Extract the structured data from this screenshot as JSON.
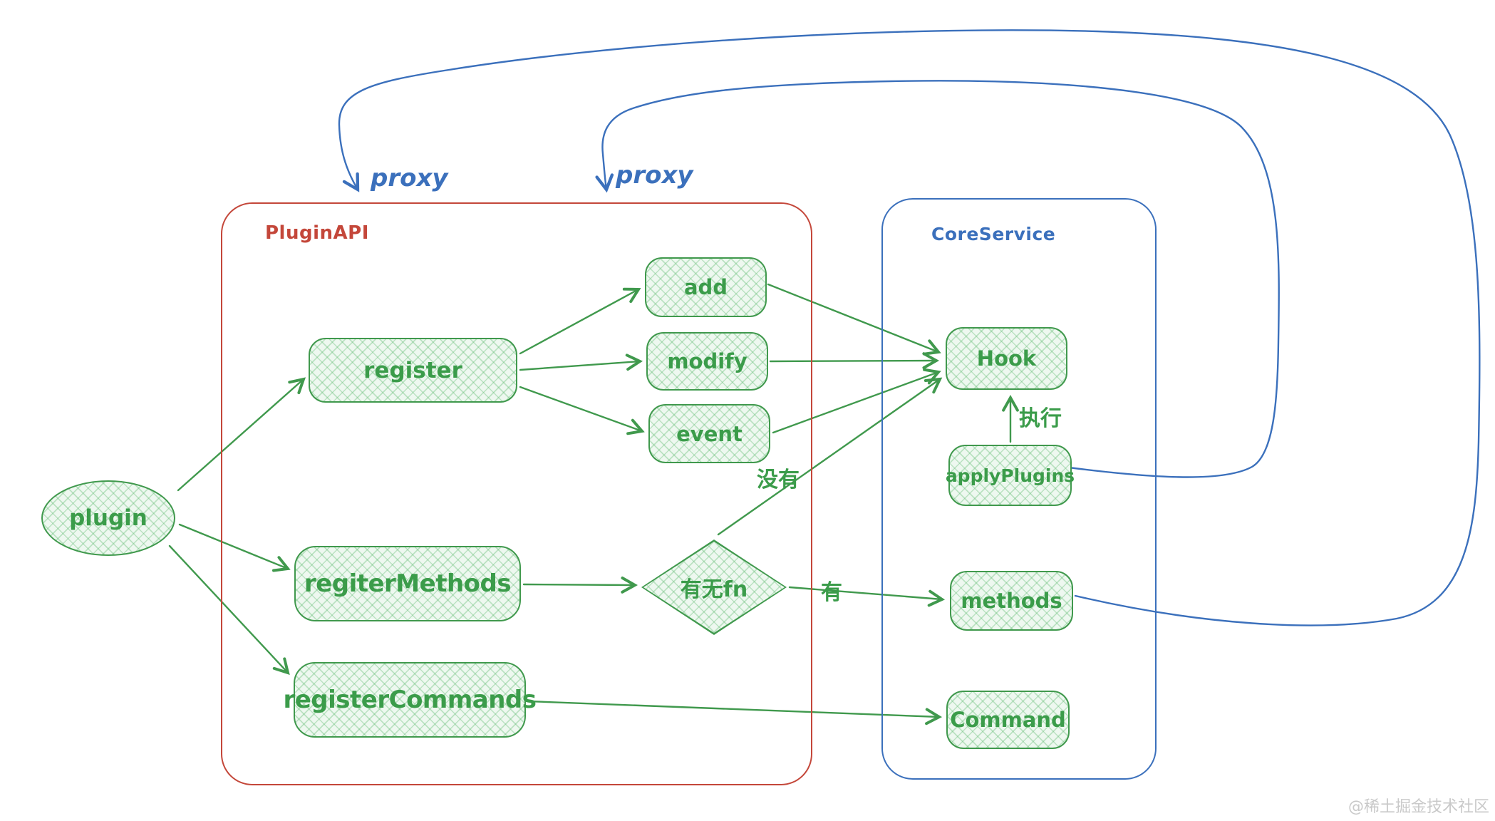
{
  "diagram": {
    "plugin": {
      "label": "plugin"
    },
    "plugin_api": {
      "title": "PluginAPI",
      "nodes": {
        "register": "register",
        "add": "add",
        "modify": "modify",
        "event": "event",
        "regiter_methods": "regiterMethods",
        "register_commands": "registerCommands"
      },
      "decision": {
        "label": "有无fn"
      }
    },
    "core_service": {
      "title": "CoreService",
      "nodes": {
        "hook": "Hook",
        "apply_plugins": "applyPlugins",
        "methods": "methods",
        "command": "Command"
      }
    },
    "edge_labels": {
      "proxy_left": "proxy",
      "proxy_right": "proxy",
      "no_branch": "没有",
      "yes_branch": "有",
      "execute": "执行"
    },
    "edges": [
      {
        "from": "plugin",
        "to": "register"
      },
      {
        "from": "plugin",
        "to": "regiterMethods"
      },
      {
        "from": "plugin",
        "to": "registerCommands"
      },
      {
        "from": "register",
        "to": "add"
      },
      {
        "from": "register",
        "to": "modify"
      },
      {
        "from": "register",
        "to": "event"
      },
      {
        "from": "add",
        "to": "Hook"
      },
      {
        "from": "modify",
        "to": "Hook"
      },
      {
        "from": "event",
        "to": "Hook"
      },
      {
        "from": "有无fn",
        "to": "Hook",
        "label": "没有"
      },
      {
        "from": "regiterMethods",
        "to": "有无fn"
      },
      {
        "from": "有无fn",
        "to": "methods",
        "label": "有"
      },
      {
        "from": "registerCommands",
        "to": "Command"
      },
      {
        "from": "applyPlugins",
        "to": "Hook",
        "label": "执行"
      },
      {
        "from": "applyPlugins",
        "to": "PluginAPI",
        "label": "proxy"
      },
      {
        "from": "methods",
        "to": "PluginAPI",
        "label": "proxy"
      }
    ],
    "watermark": "@稀土掘金技术社区",
    "colors": {
      "green": "#40994d",
      "green_text": "#3b9c4a",
      "red": "#c4473a",
      "blue": "#3b70bc",
      "node_fill": "#eef8f0"
    }
  }
}
